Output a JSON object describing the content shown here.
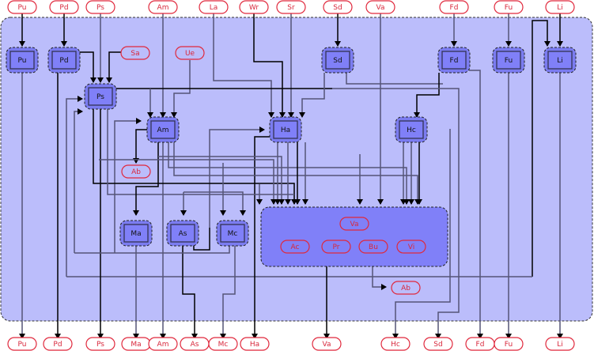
{
  "diagram": {
    "colors": {
      "container_fill": "#bbbdfb",
      "node_outer_fill": "#7b7cf0",
      "node_inner_fill": "#8080f8",
      "group_fill": "#8080f8",
      "port_stroke": "#e0283c",
      "port_text": "#d8283c",
      "edge_dark": "#000000",
      "edge_gray": "#555577"
    },
    "top_ports": [
      {
        "id": "in-pu",
        "label": "Pu"
      },
      {
        "id": "in-pd",
        "label": "Pd"
      },
      {
        "id": "in-ps",
        "label": "Ps"
      },
      {
        "id": "in-am",
        "label": "Am"
      },
      {
        "id": "in-la",
        "label": "La"
      },
      {
        "id": "in-wr",
        "label": "Wr"
      },
      {
        "id": "in-sr",
        "label": "Sr"
      },
      {
        "id": "in-sd",
        "label": "Sd"
      },
      {
        "id": "in-va",
        "label": "Va"
      },
      {
        "id": "in-fd",
        "label": "Fd"
      },
      {
        "id": "in-fu",
        "label": "Fu"
      },
      {
        "id": "in-li",
        "label": "Li"
      }
    ],
    "bottom_ports": [
      {
        "id": "out-pu",
        "label": "Pu"
      },
      {
        "id": "out-pd",
        "label": "Pd"
      },
      {
        "id": "out-ps",
        "label": "Ps"
      },
      {
        "id": "out-ma",
        "label": "Ma"
      },
      {
        "id": "out-am",
        "label": "Am"
      },
      {
        "id": "out-as",
        "label": "As"
      },
      {
        "id": "out-mc",
        "label": "Mc"
      },
      {
        "id": "out-ha",
        "label": "Ha"
      },
      {
        "id": "out-va",
        "label": "Va"
      },
      {
        "id": "out-hc",
        "label": "Hc"
      },
      {
        "id": "out-sd",
        "label": "Sd"
      },
      {
        "id": "out-fd",
        "label": "Fd"
      },
      {
        "id": "out-fu",
        "label": "Fu"
      },
      {
        "id": "out-li",
        "label": "Li"
      }
    ],
    "inner_ports": [
      {
        "id": "sa",
        "label": "Sa"
      },
      {
        "id": "ue",
        "label": "Ue"
      },
      {
        "id": "ab1",
        "label": "Ab"
      },
      {
        "id": "ab2",
        "label": "Ab"
      }
    ],
    "nodes": [
      {
        "id": "pu",
        "label": "Pu"
      },
      {
        "id": "pd",
        "label": "Pd"
      },
      {
        "id": "ps",
        "label": "Ps"
      },
      {
        "id": "sd",
        "label": "Sd"
      },
      {
        "id": "fd",
        "label": "Fd"
      },
      {
        "id": "fu",
        "label": "Fu"
      },
      {
        "id": "li",
        "label": "Li"
      },
      {
        "id": "am",
        "label": "Am"
      },
      {
        "id": "ha",
        "label": "Ha"
      },
      {
        "id": "hc",
        "label": "Hc"
      },
      {
        "id": "ma",
        "label": "Ma"
      },
      {
        "id": "as",
        "label": "As"
      },
      {
        "id": "mc",
        "label": "Mc"
      }
    ],
    "group": {
      "id": "va-group",
      "ports": [
        {
          "id": "g-va",
          "label": "Va"
        },
        {
          "id": "g-ac",
          "label": "Ac"
        },
        {
          "id": "g-pr",
          "label": "Pr"
        },
        {
          "id": "g-bu",
          "label": "Bu"
        },
        {
          "id": "g-vi",
          "label": "Vi"
        }
      ]
    }
  }
}
